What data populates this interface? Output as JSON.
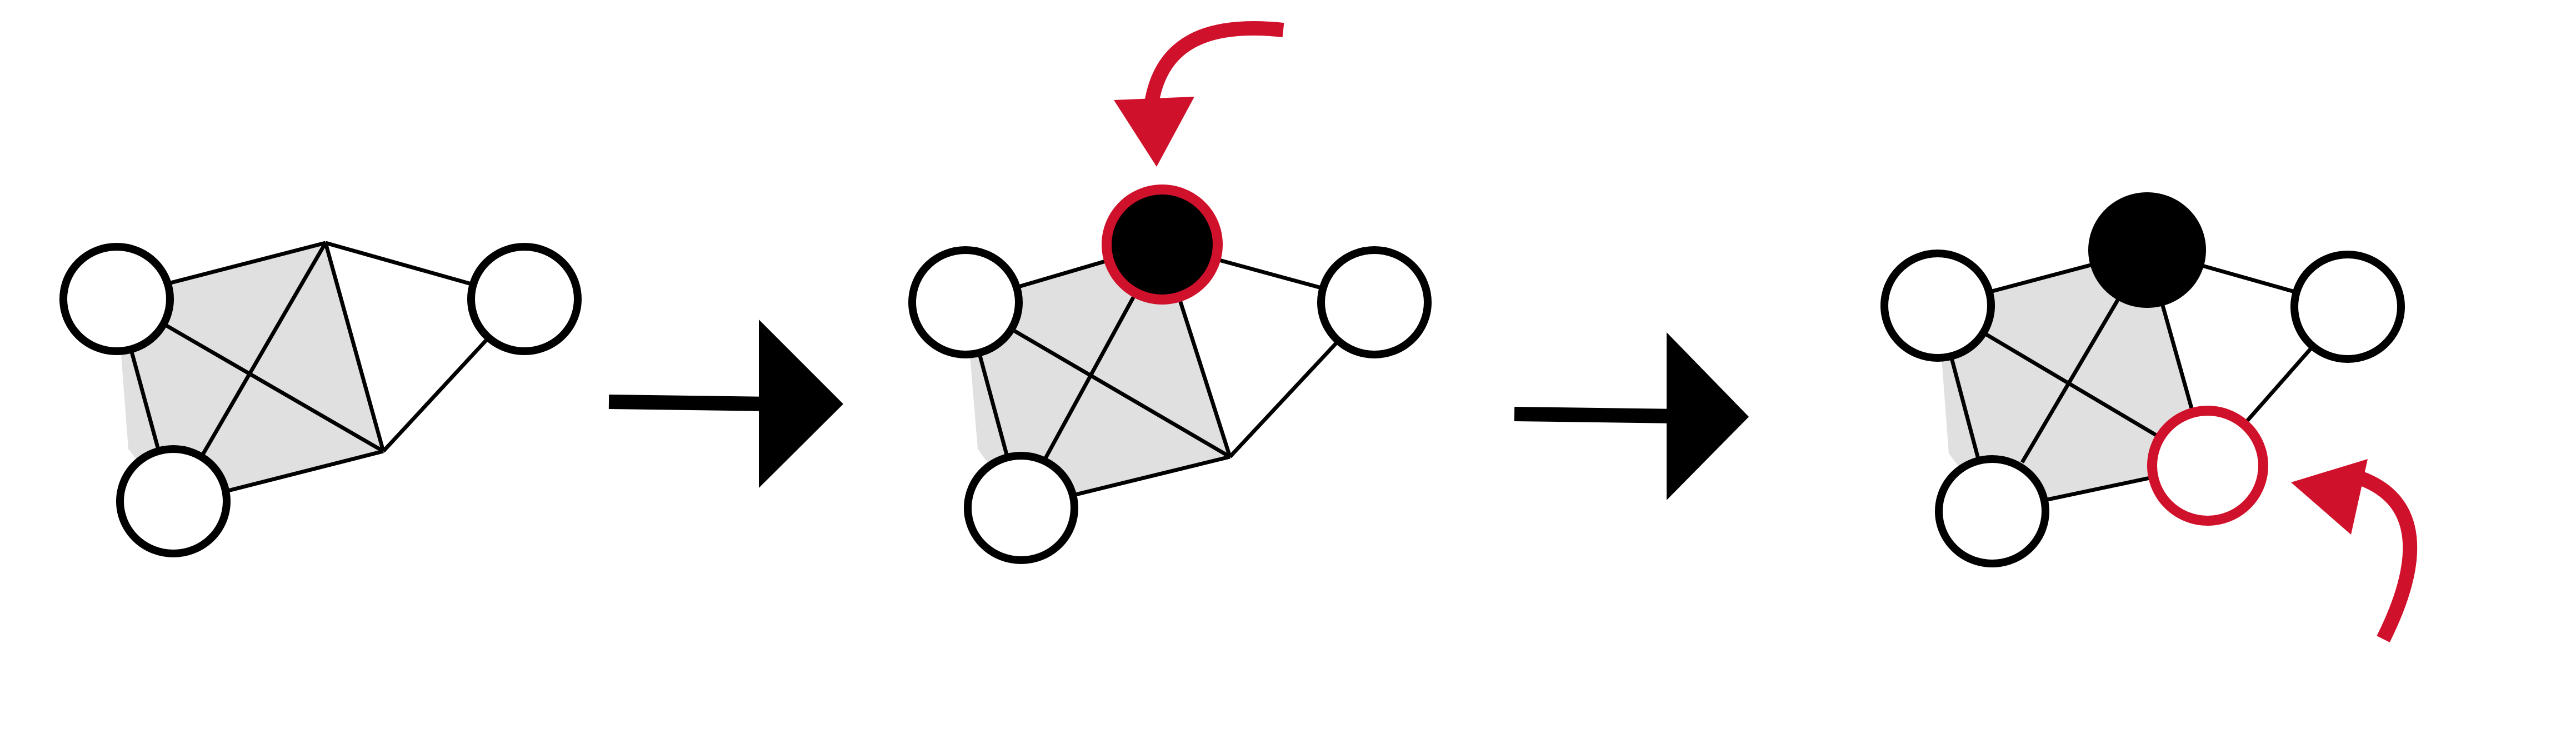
{
  "diagram": {
    "panels": [
      {
        "step": 1,
        "highlighted_node": null,
        "filled_node": null
      },
      {
        "step": 2,
        "highlighted_node": "top",
        "filled_node": "top"
      },
      {
        "step": 3,
        "highlighted_node": "bottom-right",
        "filled_node": "top"
      }
    ],
    "transitions": 2
  },
  "colors": {
    "background": "#ffffff",
    "stroke": "#000000",
    "node_fill": "#ffffff",
    "filled_node": "#000000",
    "face_fill": "#e0e0e0",
    "highlight": "#d0112b"
  }
}
